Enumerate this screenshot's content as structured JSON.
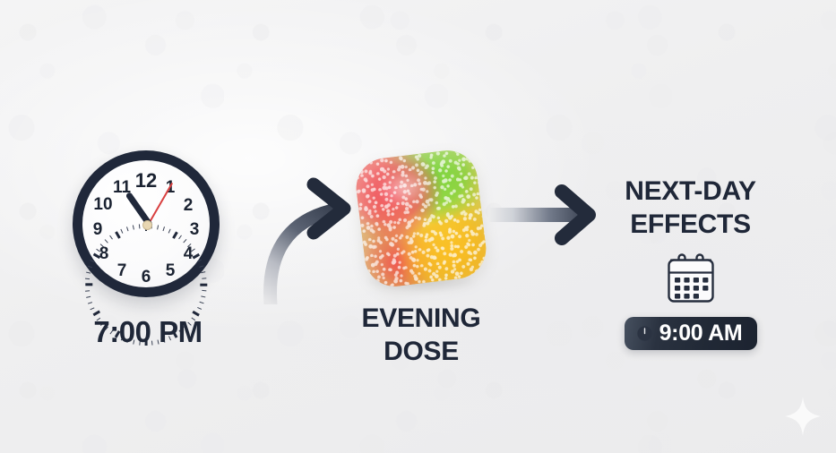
{
  "background": {
    "color": "#f0f0f1",
    "texture": "subtle-paper-grain"
  },
  "colors": {
    "ink": "#1f2738",
    "clock_bezel": "#20283a",
    "clock_face": "#fbfbfc",
    "second_hand": "#d94040",
    "clock_pin": "#e8d7b2",
    "badge_background": "#212936",
    "badge_text": "#ffffff",
    "arrow_dark": "#252d3d",
    "arrow_light": "#e9e9eb",
    "gummy_red": "#f25562",
    "gummy_green": "#7fd43f",
    "gummy_yellow": "#fbbf24"
  },
  "panels": {
    "clock": {
      "caption": "7:00 PM",
      "icon_name": "analog-clock",
      "numerals": [
        "1",
        "2",
        "3",
        "4",
        "5",
        "6",
        "7",
        "8",
        "9",
        "10",
        "11",
        "12"
      ],
      "hour_hand_position": "10",
      "second_hand_position": "1"
    },
    "gummy": {
      "caption_line1": "EVENING",
      "caption_line2": "DOSE",
      "icon_name": "sugar-coated-gummy-cube"
    },
    "next_day": {
      "title_line1": "NEXT-DAY",
      "title_line2": "EFFECTS",
      "calendar_icon_name": "calendar-icon",
      "badge": {
        "icon_name": "clock-icon",
        "time": "9:00 AM"
      }
    }
  },
  "connectors": {
    "curved_arrow": "curved-arrow-clock-to-gummy",
    "straight_arrow": "straight-arrow-gummy-to-effects"
  },
  "watermark": {
    "sparkle_icon_name": "sparkle-star-icon"
  }
}
